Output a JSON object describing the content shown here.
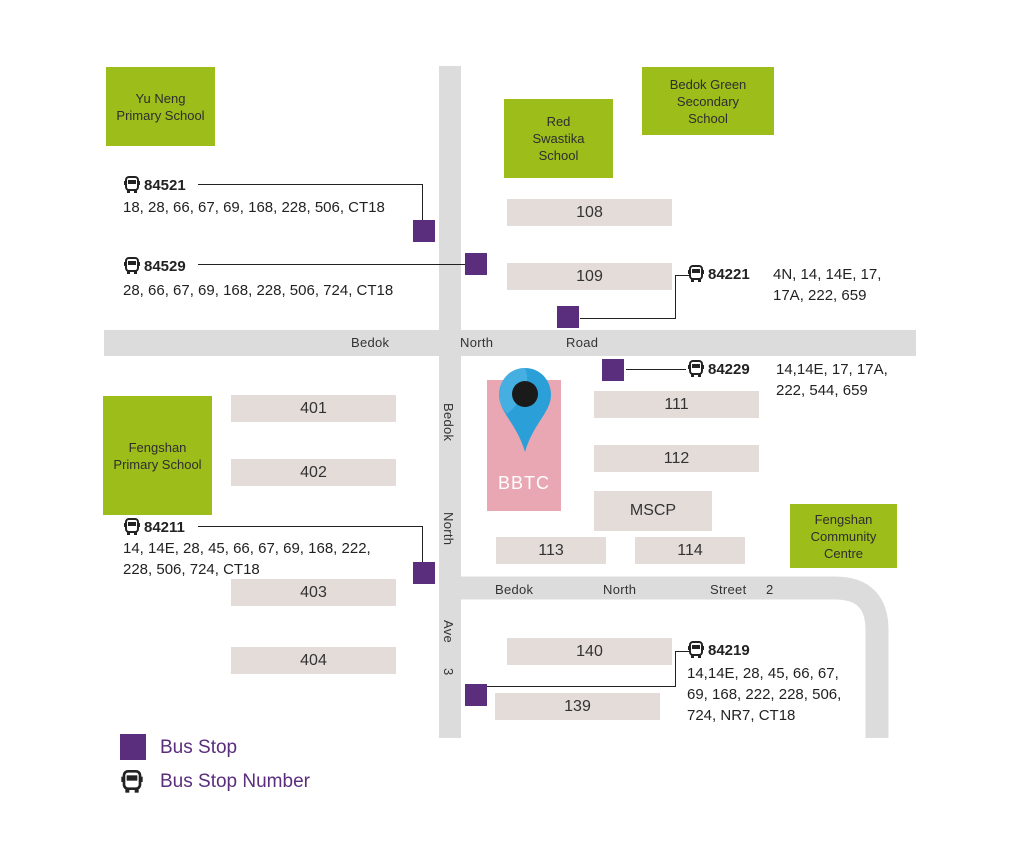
{
  "roads": {
    "bedok_north_road": [
      "Bedok",
      "North",
      "Road"
    ],
    "bedok_north_ave3": [
      "Bedok",
      "North",
      "Ave",
      "3"
    ],
    "bedok_north_street2": [
      "Bedok",
      "North",
      "Street",
      "2"
    ]
  },
  "landmarks": {
    "yu_neng": "Yu Neng\nPrimary School",
    "red_swastika": "Red\nSwastika\nSchool",
    "bedok_green": "Bedok Green\nSecondary\nSchool",
    "fengshan_primary": "Fengshan\nPrimary School",
    "fengshan_cc": "Fengshan\nCommunity\nCentre"
  },
  "blocks": {
    "b108": "108",
    "b109": "109",
    "b111": "111",
    "b112": "112",
    "mscp": "MSCP",
    "b113": "113",
    "b114": "114",
    "b401": "401",
    "b402": "402",
    "b403": "403",
    "b404": "404",
    "b140": "140",
    "b139": "139"
  },
  "destination": {
    "label": "BBTC",
    "marker_color": "#2a9fd8"
  },
  "bus_stops": {
    "s84521": {
      "number": "84521",
      "routes": "18, 28, 66, 67, 69, 168, 228, 506, CT18"
    },
    "s84529": {
      "number": "84529",
      "routes": "28, 66, 67, 69, 168, 228, 506, 724, CT18"
    },
    "s84221": {
      "number": "84221",
      "routes": "4N, 14, 14E, 17,\n17A, 222, 659"
    },
    "s84229": {
      "number": "84229",
      "routes": "14,14E, 17, 17A,\n222, 544, 659"
    },
    "s84211": {
      "number": "84211",
      "routes": "14, 14E, 28, 45, 66, 67, 69, 168, 222,\n228, 506, 724, CT18"
    },
    "s84219": {
      "number": "84219",
      "routes": "14,14E, 28, 45, 66, 67,\n69, 168, 222, 228, 506,\n724, NR7, CT18"
    }
  },
  "legend": {
    "bus_stop": "Bus Stop",
    "bus_stop_number": "Bus Stop Number"
  },
  "colors": {
    "stop": "#5a2d7d",
    "green": "#9cbd1a",
    "road": "#dcdcdc",
    "block": "#e4dcd9",
    "bbtc": "#e8a7b3"
  },
  "icons": {
    "bus": "bus-icon",
    "marker": "map-pin-icon"
  }
}
